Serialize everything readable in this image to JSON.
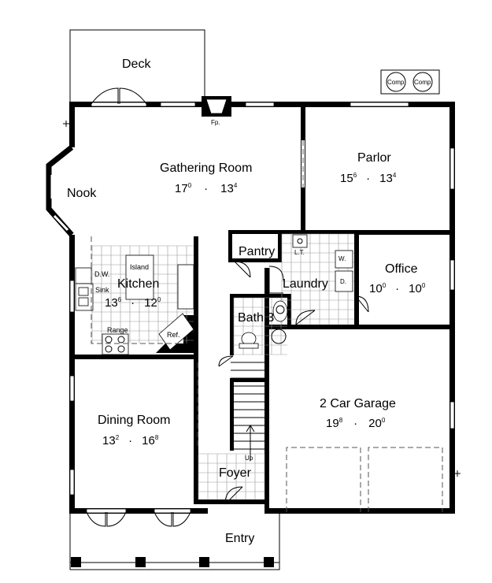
{
  "rooms": {
    "deck": "Deck",
    "gathering": {
      "name": "Gathering Room",
      "w": "17",
      "ws": "0",
      "d": "13",
      "ds": "4"
    },
    "nook": "Nook",
    "parlor": {
      "name": "Parlor",
      "w": "15",
      "ws": "6",
      "d": "13",
      "ds": "4"
    },
    "pantry": "Pantry",
    "kitchen": {
      "name": "Kitchen",
      "w": "13",
      "ws": "6",
      "d": "12",
      "ds": "0"
    },
    "laundry": "Laundry",
    "office": {
      "name": "Office",
      "w": "10",
      "ws": "0",
      "d": "10",
      "ds": "0"
    },
    "bath": "Bath 3",
    "garage": {
      "name": "2 Car Garage",
      "w": "19",
      "ws": "8",
      "d": "20",
      "ds": "0"
    },
    "dining": {
      "name": "Dining Room",
      "w": "13",
      "ws": "2",
      "d": "16",
      "ds": "8"
    },
    "foyer": "Foyer",
    "entry": "Entry"
  },
  "separator": "·",
  "fixtures": {
    "fireplace": "Fp.",
    "comp1": "Comp.",
    "comp2": "Comp.",
    "island": "Island",
    "dw": "D.W.",
    "sink": "Sink",
    "range": "Range",
    "ref": "Ref.",
    "lt": "L.T.",
    "washer": "W.",
    "dryer": "D.",
    "up": "Up"
  }
}
